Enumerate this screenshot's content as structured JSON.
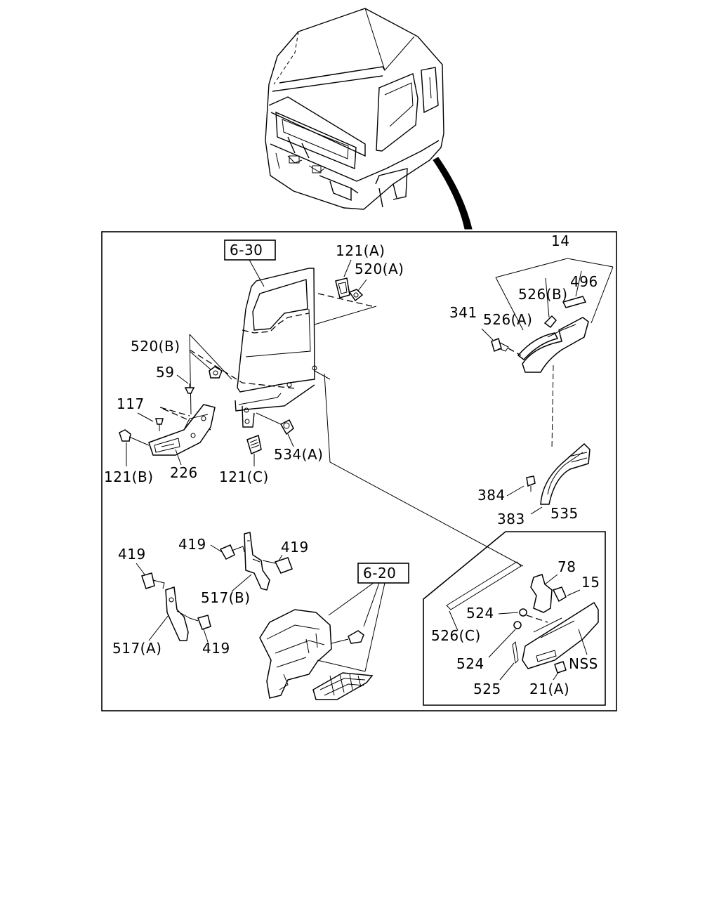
{
  "labels": {
    "ref_6_30": "6-30",
    "ref_6_20": "6-20",
    "p121A": "121(A)",
    "p520A": "520(A)",
    "p14": "14",
    "p526B": "526(B)",
    "p496": "496",
    "p341": "341",
    "p526A": "526(A)",
    "p520B": "520(B)",
    "p59": "59",
    "p117": "117",
    "p121B": "121(B)",
    "p226": "226",
    "p121C": "121(C)",
    "p534A": "534(A)",
    "p384": "384",
    "p383": "383",
    "p535": "535",
    "p419a": "419",
    "p419b": "419",
    "p419c": "419",
    "p419d": "419",
    "p517B": "517(B)",
    "p517A": "517(A)",
    "p78": "78",
    "p15": "15",
    "p524a": "524",
    "p526C": "526(C)",
    "p524b": "524",
    "pNSS": "NSS",
    "p525": "525",
    "p21A": "21(A)"
  }
}
